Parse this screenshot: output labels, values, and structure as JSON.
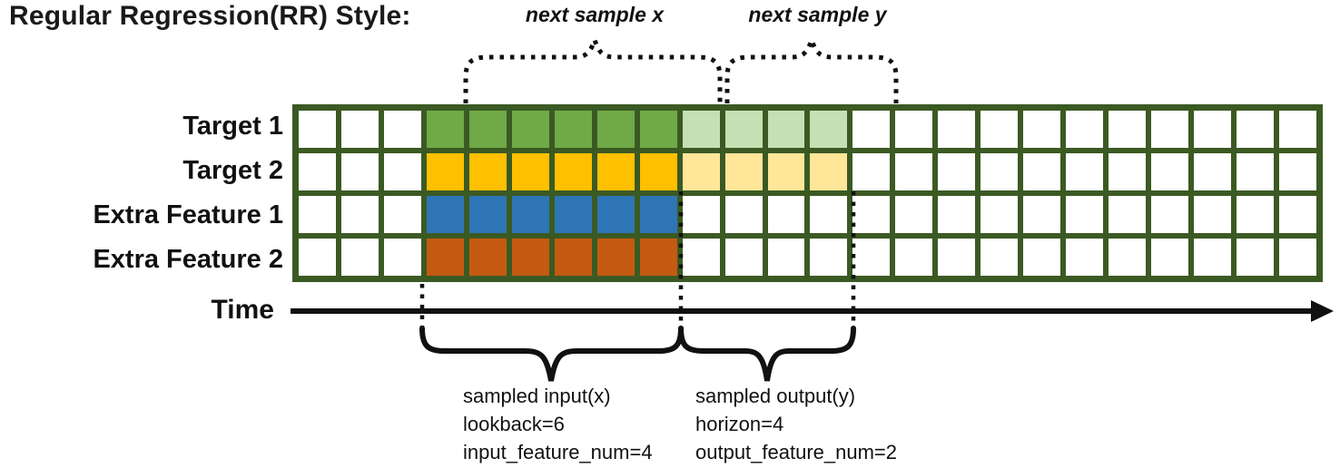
{
  "title": "Regular Regression(RR) Style:",
  "annotations": {
    "next_sample_x": "next sample x",
    "next_sample_y": "next sample y",
    "sampled_input": [
      "sampled input(x)",
      "lookback=6",
      "input_feature_num=4"
    ],
    "sampled_output": [
      "sampled output(y)",
      "horizon=4",
      "output_feature_num=2"
    ]
  },
  "time_axis": {
    "label": "Time"
  },
  "colors": {
    "grid_border": "#3b5a23",
    "target1_input": "#6faa47",
    "target1_output": "#c5e0b4",
    "target2_input": "#ffc000",
    "target2_output": "#ffe699",
    "extra1_input": "#2e75b6",
    "extra2_input": "#c55a11",
    "annotation_black": "#111111"
  },
  "grid": {
    "columns": 24,
    "input_start": 3,
    "lookback": 6,
    "horizon": 4,
    "input_feature_num": 4,
    "output_feature_num": 2,
    "rows": [
      {
        "label": "Target 1",
        "input_color": "#6faa47",
        "output_color": "#c5e0b4"
      },
      {
        "label": "Target 2",
        "input_color": "#ffc000",
        "output_color": "#ffe699"
      },
      {
        "label": "Extra Feature 1",
        "input_color": "#2e75b6",
        "output_color": null
      },
      {
        "label": "Extra Feature 2",
        "input_color": "#c55a11",
        "output_color": null
      }
    ]
  }
}
